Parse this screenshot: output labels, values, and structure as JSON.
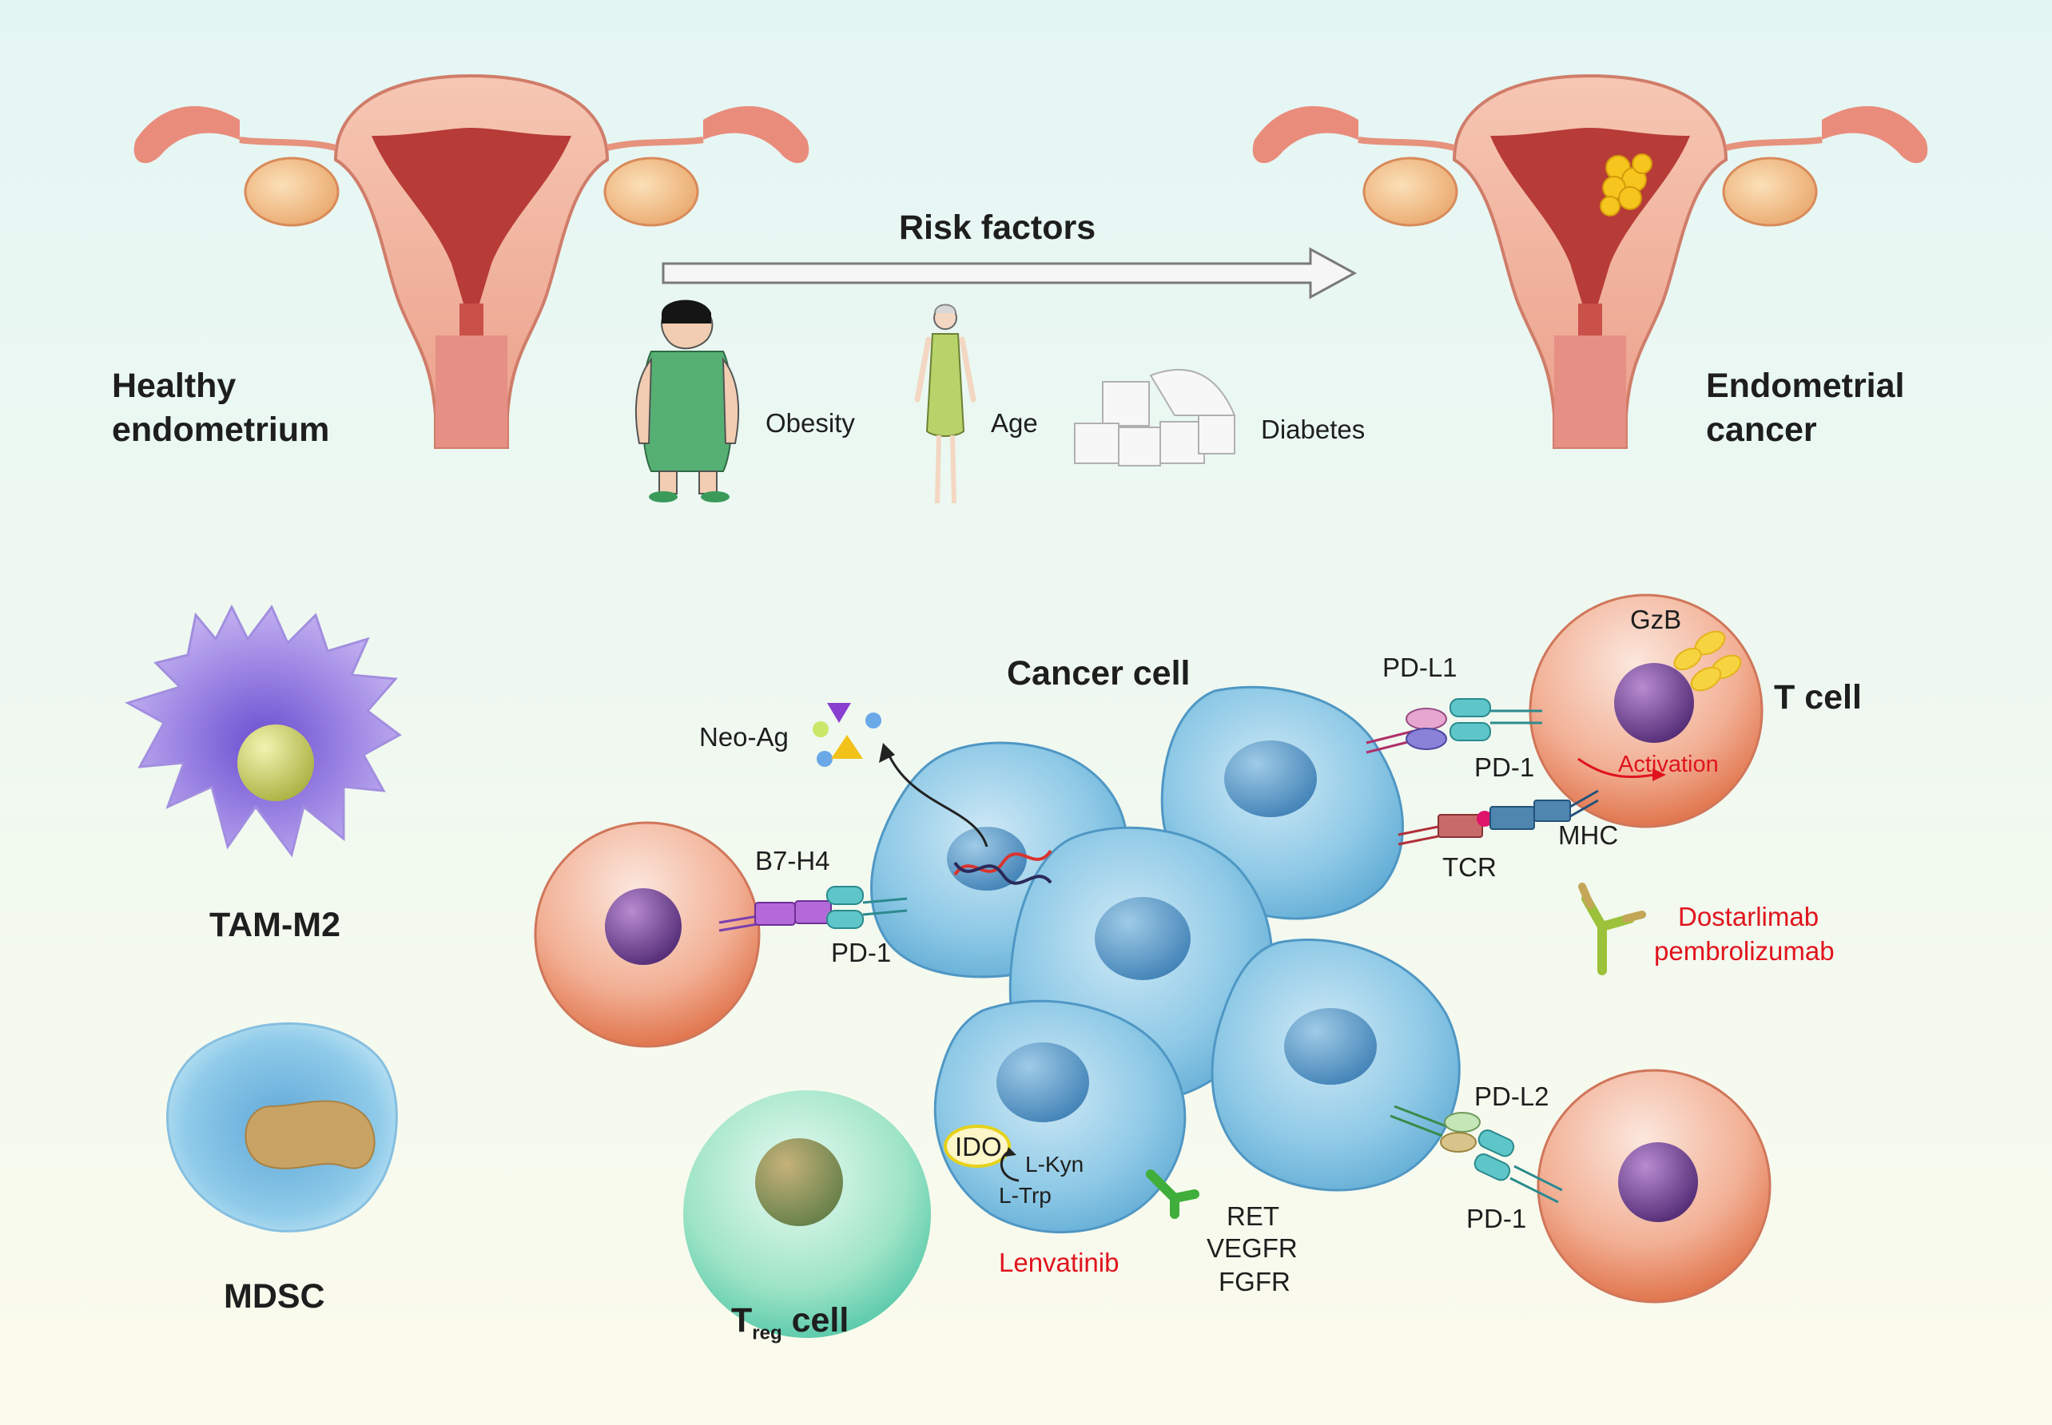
{
  "top": {
    "healthy_line1": "Healthy",
    "healthy_line2": "endometrium",
    "cancer_line1": "Endometrial",
    "cancer_line2": "cancer",
    "arrow_label": "Risk factors",
    "risk_factors": [
      "Obesity",
      "Age",
      "Diabetes"
    ]
  },
  "immune": {
    "tam": "TAM-M2",
    "mdsc": "MDSC",
    "treg_main": "T",
    "treg_sub": "reg",
    "treg_suffix": " cell",
    "tcell": "T cell",
    "cancer_cell": "Cancer cell"
  },
  "molecules": {
    "neo_ag": "Neo-Ag",
    "b7h4": "B7-H4",
    "pd1_left": "PD-1",
    "pdl1": "PD-L1",
    "pd1_top": "PD-1",
    "tcr": "TCR",
    "mhc": "MHC",
    "gzb": "GzB",
    "activation": "Activation",
    "pdl2": "PD-L2",
    "pd1_bottom": "PD-1",
    "ido": "IDO",
    "lkyn": "L-Kyn",
    "ltrp": "L-Trp",
    "receptors": [
      "RET",
      "VEGFR",
      "FGFR"
    ]
  },
  "drugs": {
    "dostarlimab": "Dostarlimab",
    "pembrolizumab": "pembrolizumab",
    "lenvatinib": "Lenvatinib"
  },
  "colors": {
    "drug_red": "#e0141d",
    "cancer_blue": "#6fb3d8",
    "tcell_orange": "#e8835e",
    "nucleus_purple": "#6a3f86"
  }
}
